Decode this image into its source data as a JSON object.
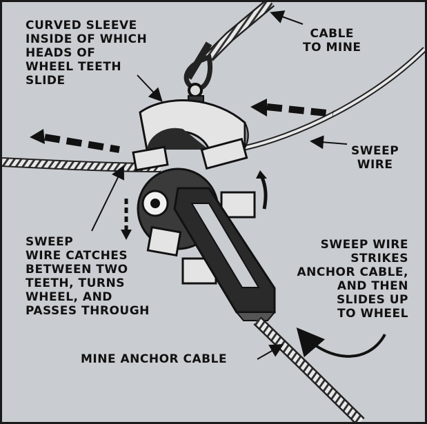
{
  "labels": {
    "curved_sleeve": [
      "CURVED SLEEVE",
      "INSIDE OF WHICH",
      "HEADS OF",
      "WHEEL TEETH",
      "SLIDE"
    ],
    "cable_to_mine": [
      "CABLE",
      "TO MINE"
    ],
    "sweep_wire": [
      "SWEEP",
      "WIRE"
    ],
    "sweep_catches": [
      "SWEEP",
      "WIRE CATCHES",
      "BETWEEN TWO",
      "TEETH, TURNS",
      "WHEEL, AND",
      "PASSES THROUGH"
    ],
    "sweep_strikes": [
      "SWEEP WIRE",
      "STRIKES",
      "ANCHOR CABLE,",
      "AND THEN",
      "SLIDES UP",
      "TO WHEEL"
    ],
    "mine_anchor_cable": "MINE ANCHOR CABLE"
  },
  "colors": {
    "background": "#c9ccd0",
    "ink": "#111111",
    "metal_light": "#e4e4e4",
    "metal_dark": "#2a2a2a"
  }
}
